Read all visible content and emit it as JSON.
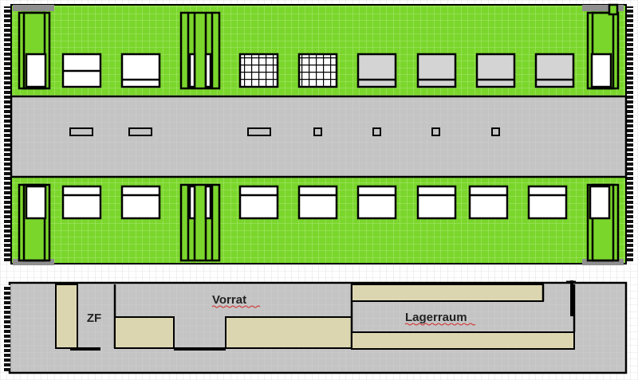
{
  "colors": {
    "background": "#ffffff",
    "gridline": "#c9c9c9",
    "facade_green": "#7bd62c",
    "facade_grid": "#a7e86b",
    "aisle_gray": "#c4c4c4",
    "floor_gray": "#c4c4c4",
    "shelf_beige": "#dcd6b0",
    "window_white": "#ffffff",
    "window_gray": "#d4d4d4",
    "line": "#000000",
    "corner_gray": "#8f8f8f",
    "spellcheck_red": "#d22a2a"
  },
  "floorplan": {
    "rooms": [
      {
        "label": "ZF"
      },
      {
        "label": "Vorrat"
      },
      {
        "label": "Lagerraum"
      }
    ]
  }
}
